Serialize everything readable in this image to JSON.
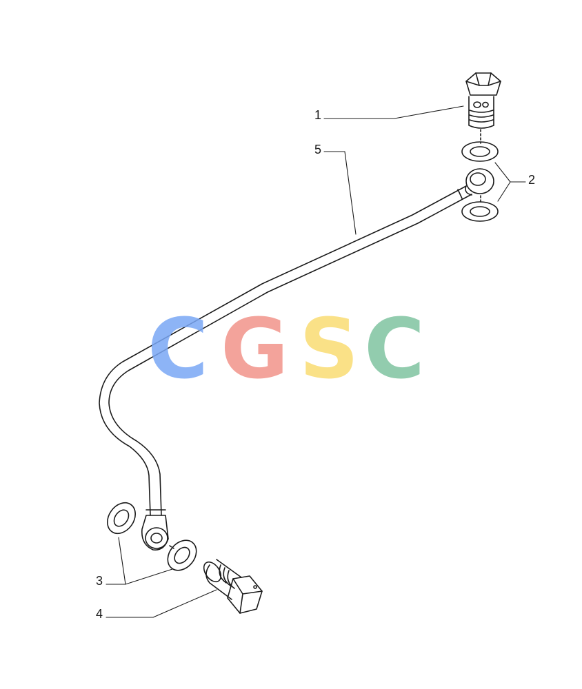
{
  "callouts": {
    "part1": "1",
    "part2": "2",
    "part3": "3",
    "part4": "4",
    "part5": "5"
  },
  "watermark": {
    "letters": [
      "C",
      "G",
      "S",
      "C"
    ],
    "colors": [
      "#7aa7f5",
      "#f2948a",
      "#fadc73",
      "#7fc4a0"
    ]
  },
  "line_color": "#1a1a1a"
}
